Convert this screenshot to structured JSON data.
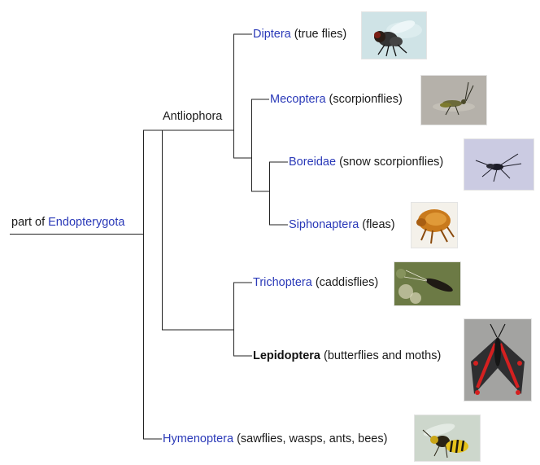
{
  "tree": {
    "root": {
      "prefix": "part of",
      "link": "Endopterygota"
    },
    "internal_label": "Antliophora",
    "taxa": [
      {
        "id": "diptera",
        "name": "Diptera",
        "common": "(true flies)",
        "linked": true,
        "image": "fly-photo"
      },
      {
        "id": "mecoptera",
        "name": "Mecoptera",
        "common": "(scorpionflies)",
        "linked": true,
        "image": "scorpionfly-photo"
      },
      {
        "id": "boreidae",
        "name": "Boreidae",
        "common": "(snow scorpionflies)",
        "linked": true,
        "image": "snow-scorpionfly-photo"
      },
      {
        "id": "siphonaptera",
        "name": "Siphonaptera",
        "common": "(fleas)",
        "linked": true,
        "image": "flea-photo"
      },
      {
        "id": "trichoptera",
        "name": "Trichoptera",
        "common": "(caddisflies)",
        "linked": true,
        "image": "caddisfly-photo"
      },
      {
        "id": "lepidoptera",
        "name": "Lepidoptera",
        "common": "(butterflies and moths)",
        "linked": false,
        "image": "moth-photo"
      },
      {
        "id": "hymenoptera",
        "name": "Hymenoptera",
        "common": "(sawflies, wasps, ants, bees)",
        "linked": true,
        "image": "wasp-photo"
      }
    ]
  },
  "colors": {
    "link": "#2a39b8",
    "text": "#1a1a1a",
    "line": "#222222"
  }
}
